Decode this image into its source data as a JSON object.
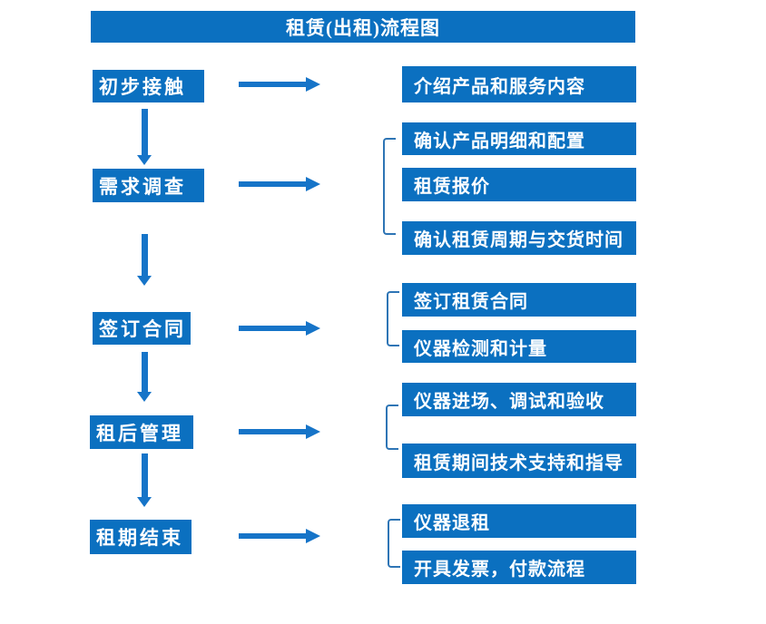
{
  "title": "租赁(出租)流程图",
  "colors": {
    "box_fill": "#0b70c0",
    "arrow": "#1674c8",
    "bracket": "#2e75b5",
    "text": "#ffffff",
    "background": "#ffffff"
  },
  "stages": [
    {
      "label": "初步接触"
    },
    {
      "label": "需求调查"
    },
    {
      "label": "签订合同"
    },
    {
      "label": "租后管理"
    },
    {
      "label": "租期结束"
    }
  ],
  "details": [
    {
      "label": "介绍产品和服务内容"
    },
    {
      "label": "确认产品明细和配置"
    },
    {
      "label": "租赁报价"
    },
    {
      "label": "确认租赁周期与交货时间"
    },
    {
      "label": "签订租赁合同"
    },
    {
      "label": "仪器检测和计量"
    },
    {
      "label": "仪器进场、调试和验收"
    },
    {
      "label": "租赁期间技术支持和指导"
    },
    {
      "label": "仪器退租"
    },
    {
      "label": "开具发票，付款流程"
    }
  ],
  "flow": {
    "stage_to_details": [
      {
        "stage": 0,
        "details": [
          0
        ]
      },
      {
        "stage": 1,
        "details": [
          1,
          2,
          3
        ]
      },
      {
        "stage": 2,
        "details": [
          4,
          5
        ]
      },
      {
        "stage": 3,
        "details": [
          6,
          7
        ]
      },
      {
        "stage": 4,
        "details": [
          8,
          9
        ]
      }
    ]
  }
}
